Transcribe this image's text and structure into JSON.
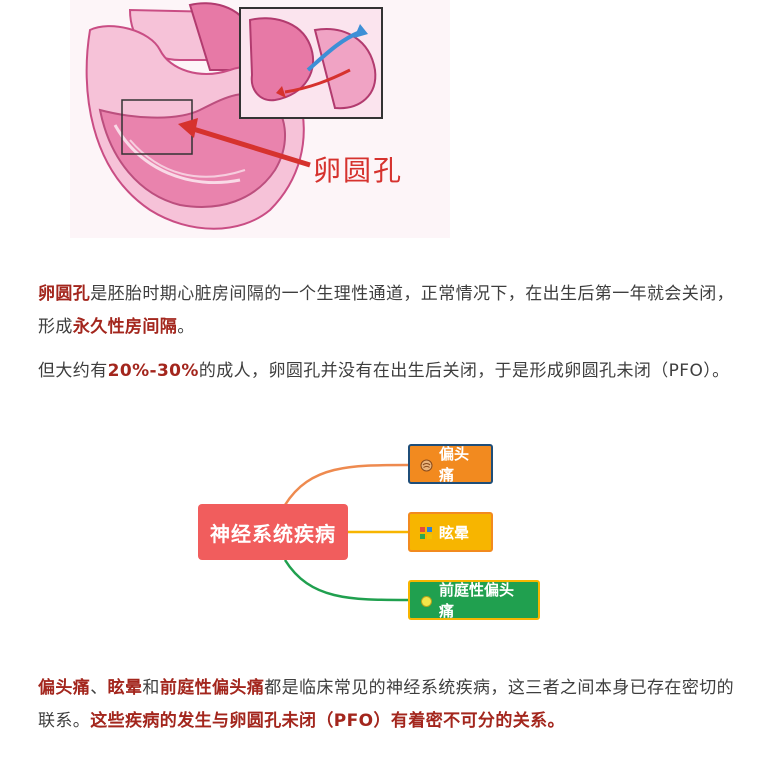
{
  "hero": {
    "label": "卵圆孔",
    "colors": {
      "heart_pink": "#e779a6",
      "heart_light": "#f6c2d8",
      "arrow_red": "#d6322e",
      "flow_blue": "#3d8fd6"
    }
  },
  "paragraph1": {
    "term": "卵圆孔",
    "text_a": "是胚胎时期心脏房间隔的一个生理性通道，正常情况下，在出生后第一年就会关闭，形成",
    "emphasis": "永久性房间隔",
    "text_b": "。"
  },
  "paragraph2": {
    "text_a": "但大约有",
    "emphasis": "20%-30%",
    "text_b": "的成人，卵圆孔并没有在出生后关闭，于是形成卵圆孔未闭（PFO）。"
  },
  "mindmap": {
    "center": "神经系统疾病",
    "branches": [
      {
        "label": "偏头痛",
        "icon": "brain-icon",
        "color": "#f28a1f"
      },
      {
        "label": "眩晕",
        "icon": "dots-icon",
        "color": "#f7b500"
      },
      {
        "label": "前庭性偏头痛",
        "icon": "dot-icon",
        "color": "#20a04f"
      }
    ]
  },
  "paragraph3": {
    "t1": "偏头痛",
    "sep1": "、",
    "t2": "眩晕",
    "sep2": "和",
    "t3": "前庭性偏头痛",
    "text_a": "都是临床常见的神经系统疾病，这三者之间本身已存在密切的联系。",
    "emphasis": "这些疾病的发生与卵圆孔未闭（PFO）有着密不可分的关系。"
  }
}
